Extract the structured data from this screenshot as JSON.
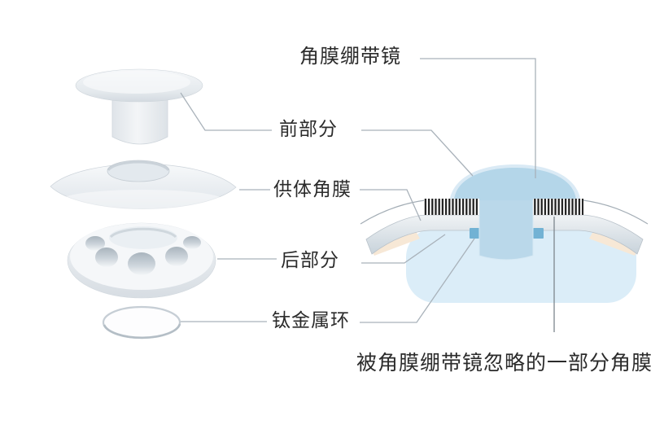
{
  "figure": {
    "labels": {
      "bandage_lens": "角膜绷带镜",
      "front_part": "前部分",
      "donor_cornea": "供体角膜",
      "back_part": "后部分",
      "titanium_ring": "钛金属环",
      "covered_cornea_note": "被角膜绷带镜忽略的一部分角膜"
    },
    "colors": {
      "lens_blue": "#b4d6e9",
      "stem_blue": "#bad8ea",
      "chamber_blue": "#dbedf8",
      "halo_blue": "#cee3f2",
      "square_blue": "#72b2d4",
      "cornea_peach": "#f7e8d6",
      "hatch_black": "#1c1c1c",
      "leader_gray": "#a9b2ba",
      "curve_gray": "#a3adb5",
      "part_gray_light": "#f4f6f8",
      "part_gray_dark": "#d9dfe5",
      "text": "#2b2b2b"
    }
  }
}
